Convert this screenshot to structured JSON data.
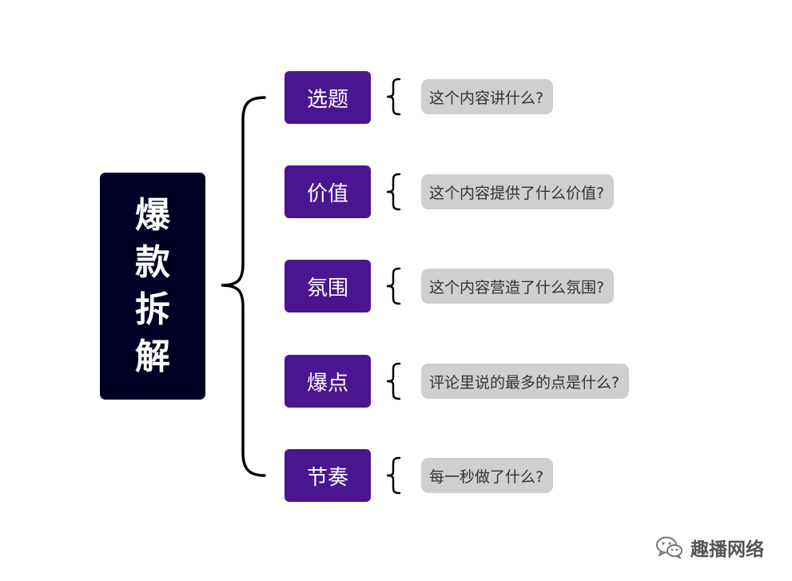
{
  "root": {
    "title": "爆款拆解"
  },
  "branches": [
    {
      "label": "选题",
      "desc": "这个内容讲什么?"
    },
    {
      "label": "价值",
      "desc": "这个内容提供了什么价值?"
    },
    {
      "label": "氛围",
      "desc": "这个内容营造了什么氛围?"
    },
    {
      "label": "爆点",
      "desc": "评论里说的最多的点是什么?"
    },
    {
      "label": "节奏",
      "desc": "每一秒做了什么?"
    }
  ],
  "watermark": {
    "text": "趣播网络",
    "icon": "wechat-icon"
  },
  "colors": {
    "root_bg": "#020024",
    "branch_bg": "#4a1690",
    "desc_bg": "#cfcfcf",
    "line": "#000000"
  }
}
